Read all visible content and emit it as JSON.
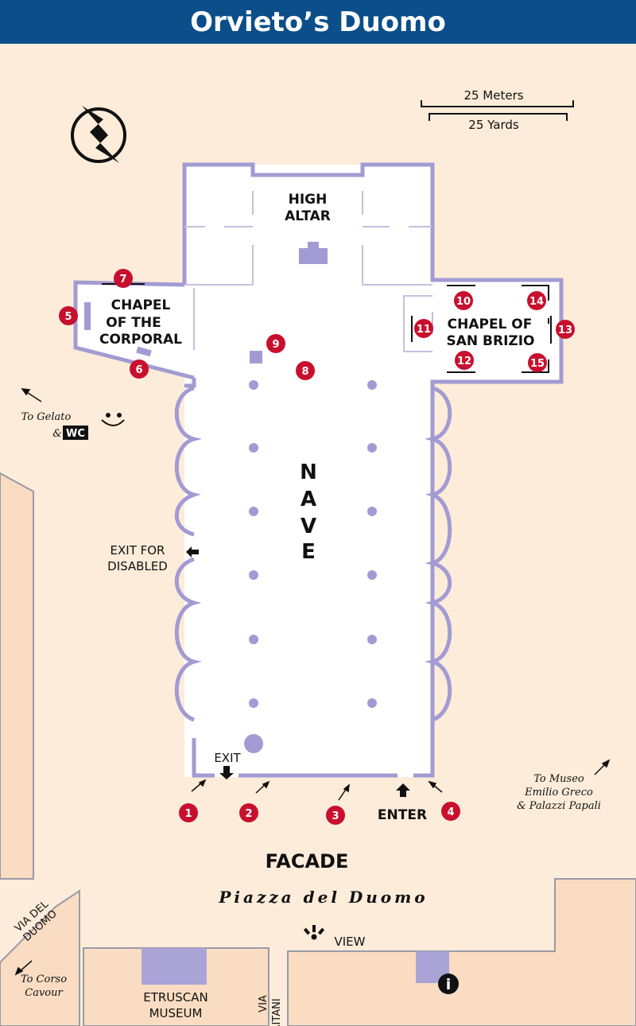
{
  "title": "Orvieto’s Duomo",
  "scale": {
    "meters": "25 Meters",
    "yards": "25 Yards"
  },
  "labels": {
    "high_altar_1": "HIGH",
    "high_altar_2": "ALTAR",
    "chapel_corporal_1": "CHAPEL",
    "chapel_corporal_2": "OF THE",
    "chapel_corporal_3": "CORPORAL",
    "chapel_brizio_1": "CHAPEL OF",
    "chapel_brizio_2": "SAN BRIZIO",
    "nave": [
      "N",
      "A",
      "V",
      "E"
    ],
    "exit_disabled_1": "EXIT FOR",
    "exit_disabled_2": "DISABLED",
    "exit": "EXIT",
    "enter": "ENTER",
    "facade": "FACADE",
    "piazza": "Piazza del Duomo",
    "view": "VIEW",
    "etruscan_1": "ETRUSCAN",
    "etruscan_2": "MUSEUM",
    "via_maitani_1": "VIA",
    "via_maitani_2": "MAITANI",
    "via_del_duomo_1": "VIA DEL",
    "via_del_duomo_2": "DUOMO",
    "to_gelato_1": "To Gelato",
    "to_gelato_2": "&",
    "wc": "WC",
    "to_corso_1": "To Corso",
    "to_corso_2": "Cavour",
    "to_museo_1": "To Museo",
    "to_museo_2": "Emilio Greco",
    "to_museo_3": "& Palazzi Papali",
    "info": "i"
  },
  "markers": [
    "1",
    "2",
    "3",
    "4",
    "5",
    "6",
    "7",
    "8",
    "9",
    "10",
    "11",
    "12",
    "13",
    "14",
    "15"
  ],
  "colors": {
    "header": "#0b4e8a",
    "wall": "#a29bd3",
    "marker": "#c8102e",
    "ground": "#fcecd9",
    "building": "#f9dcc2"
  },
  "icons": {
    "north": "north-arrow-icon",
    "view": "view-icon",
    "info": "info-icon",
    "smiley": "smiley-icon"
  }
}
